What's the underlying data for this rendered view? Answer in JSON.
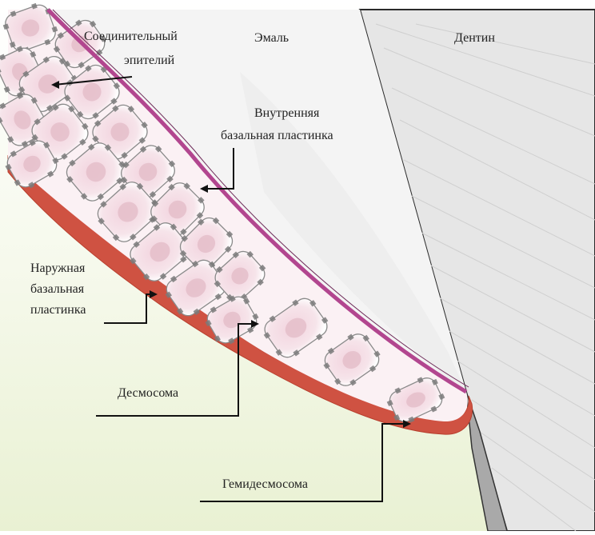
{
  "labels": {
    "junctional_epithelium": [
      "Соединительный",
      "эпителий"
    ],
    "enamel": "Эмаль",
    "dentin": "Дентин",
    "internal_basal_lamina": [
      "Внутренняя",
      "базальная пластинка"
    ],
    "external_basal_lamina": [
      "Наружная",
      "базальная",
      "пластинка"
    ],
    "desmosome": "Десмосома",
    "hemidesmosome": "Гемидесмосома"
  },
  "colors": {
    "enamel": "#f3f3f3",
    "dentin": "#e6e6e6",
    "dentin_tubules": "#cfcfcf",
    "connective_tissue": "#eef4dc",
    "cell_fill": "#f2dbe2",
    "cell_nucleus": "#e4bdc8",
    "cell_outline": "#8a8a8a",
    "internal_basal_lamina": "#b2468f",
    "external_basal_lamina": "#cf5242",
    "junction": "#7a7a7a",
    "leader": "#111111"
  }
}
